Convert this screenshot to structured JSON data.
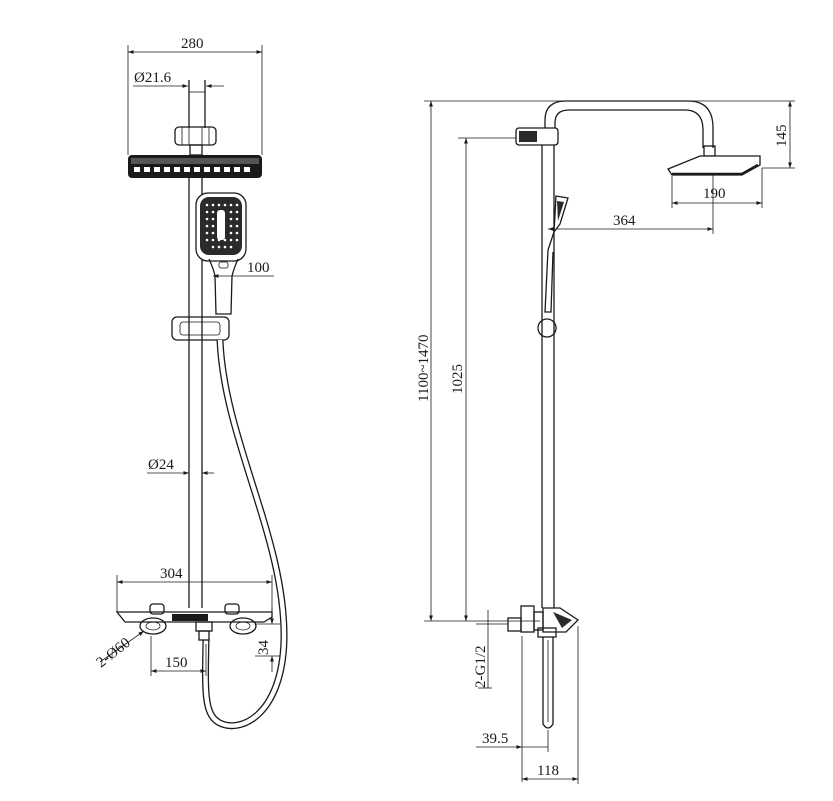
{
  "labels": {
    "overhead_width": "280",
    "arm_diameter": "Ø21.6",
    "hand_shower_width": "100",
    "riser_diameter": "Ø24",
    "mixer_width": "304",
    "eccentric_diameter": "2-Ø60",
    "inlet_spacing": "150",
    "mixer_depth": "34",
    "arm_drop": "145",
    "head_diameter": "190",
    "arm_reach": "364",
    "height_range": "1100~1470",
    "riser_height": "1025",
    "inlet_thread": "2-G1/2",
    "wall_offset": "39.5",
    "mixer_projection": "118"
  },
  "colors": {
    "line": "#1a1a1a",
    "background": "#ffffff"
  }
}
